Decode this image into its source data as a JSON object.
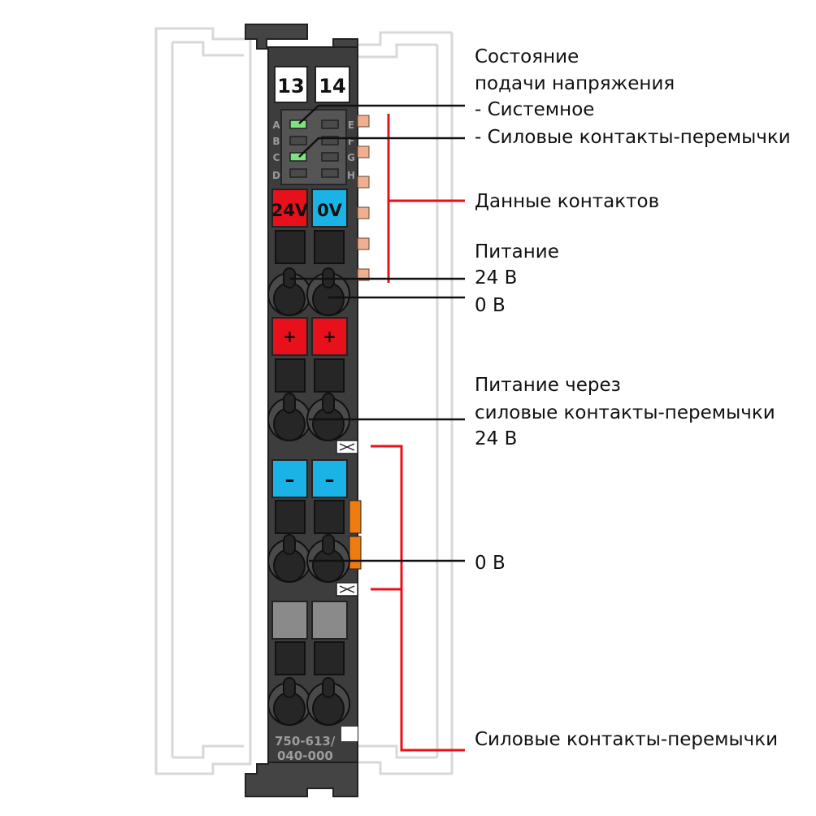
{
  "module": {
    "slots": [
      "13",
      "14"
    ],
    "led_rows_left": [
      "A",
      "B",
      "C",
      "D"
    ],
    "led_rows_right": [
      "E",
      "F",
      "G",
      "H"
    ],
    "supply_labels": [
      "24V",
      "0V"
    ],
    "plus_labels": [
      "+",
      "+"
    ],
    "minus_labels": [
      "–",
      "–"
    ],
    "part_number_line1": "750-613/",
    "part_number_line2": "040-000"
  },
  "callouts": {
    "status": {
      "line1": "Состояние",
      "line2": "подачи напряжения",
      "line3": "- Системное",
      "line4": "- Силовые контакты-перемычки"
    },
    "data_contacts": "Данные контактов",
    "supply": {
      "line1": "Питание",
      "line2": "24 В",
      "line3": "0 В"
    },
    "power_jumper_supply": {
      "line1": "Питание через",
      "line2": "силовые контакты-перемычки",
      "line3": "24 В"
    },
    "zero_v": "0 В",
    "power_jumper_contacts": "Силовые контакты-перемычки"
  },
  "colors": {
    "housing": "#3d3d3d",
    "red": "#e8101a",
    "blue": "#1bb3e6",
    "grey_button": "#8a8a8a",
    "led_green": "#7ee27e",
    "data_contact": "#f0b090",
    "orange": "#f07c10",
    "rail": "#d8d8d8"
  }
}
